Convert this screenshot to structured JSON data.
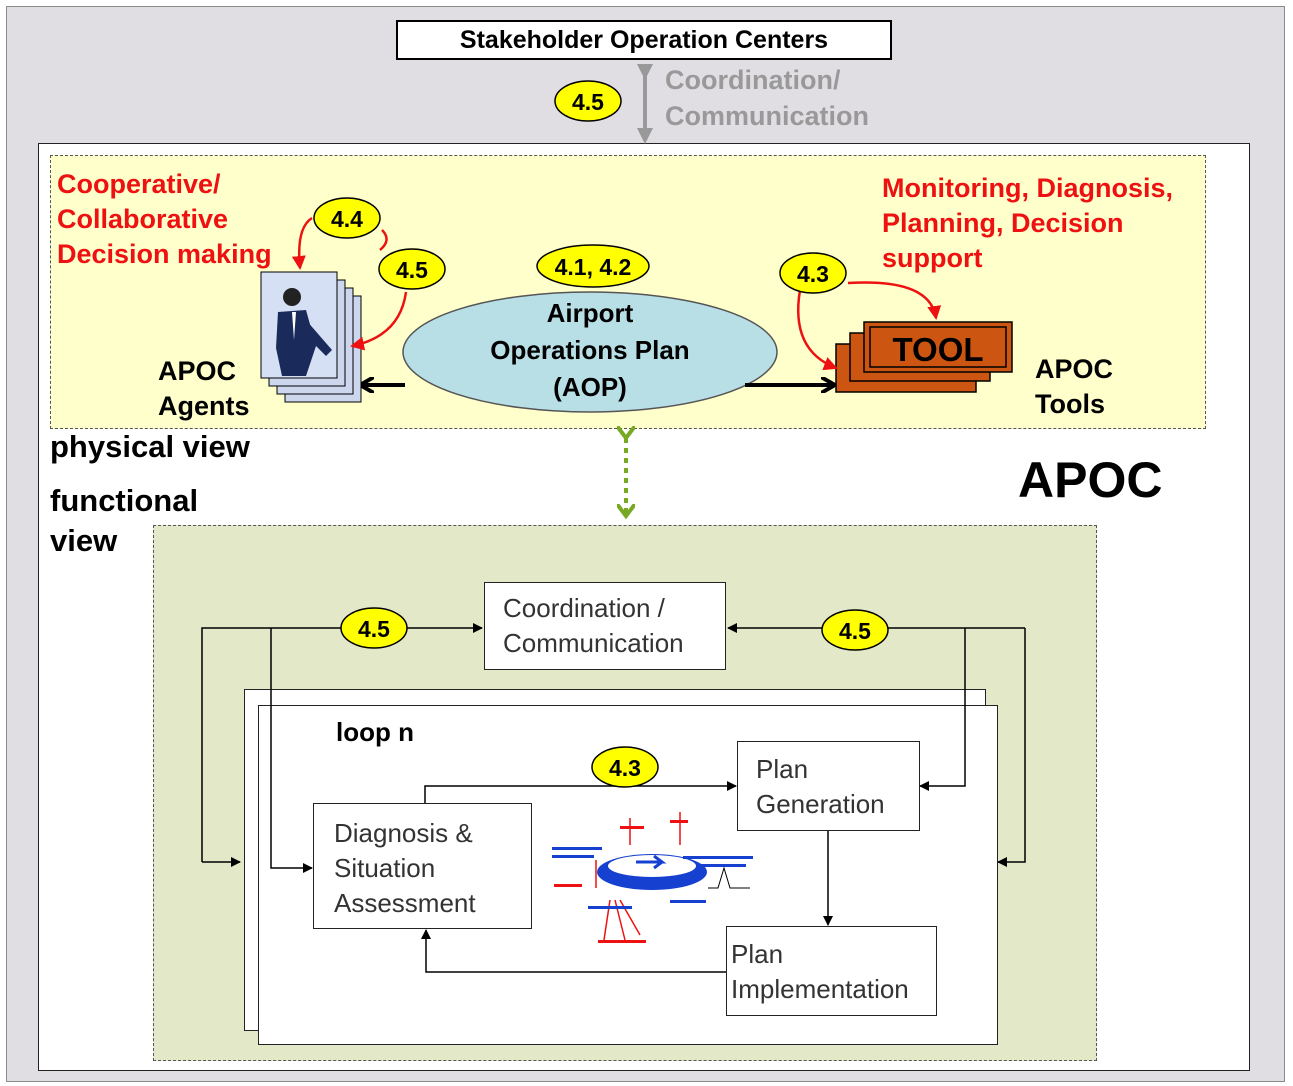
{
  "stakeholder": "Stakeholder Operation Centers",
  "coordination_label": [
    "Coordination/",
    "Communication"
  ],
  "apoc_title": "APOC",
  "physical_view": "physical view",
  "functional_view": [
    "functional",
    "view"
  ],
  "cooperative_label": [
    "Cooperative/",
    "Collaborative",
    "Decision making"
  ],
  "monitoring_label": [
    "Monitoring, Diagnosis,",
    "Planning, Decision",
    "support"
  ],
  "aop": [
    "Airport",
    "Operations Plan",
    "(AOP)"
  ],
  "agents": [
    "APOC",
    "Agents"
  ],
  "tools": [
    "APOC",
    "Tools"
  ],
  "tool_word": "TOOL",
  "badges": {
    "top": "4.5",
    "agents_a": "4.4",
    "agents_b": "4.5",
    "aop": "4.1, 4.2",
    "tools": "4.3",
    "coord_left": "4.5",
    "coord_right": "4.5",
    "loop": "4.3"
  },
  "coordination_box": [
    "Coordination /",
    "Communication"
  ],
  "loop_label": "loop n",
  "diagnosis": [
    "Diagnosis &",
    "Situation",
    "Assessment"
  ],
  "plan_generation": [
    "Plan",
    "Generation"
  ],
  "plan_implementation": [
    "Plan",
    "Implementation"
  ],
  "colors": {
    "badge": "#ffff00",
    "red": "#ee1111",
    "ellipse": "#b8dfe6",
    "tool": "#cc5511",
    "green": "#77aa22"
  }
}
